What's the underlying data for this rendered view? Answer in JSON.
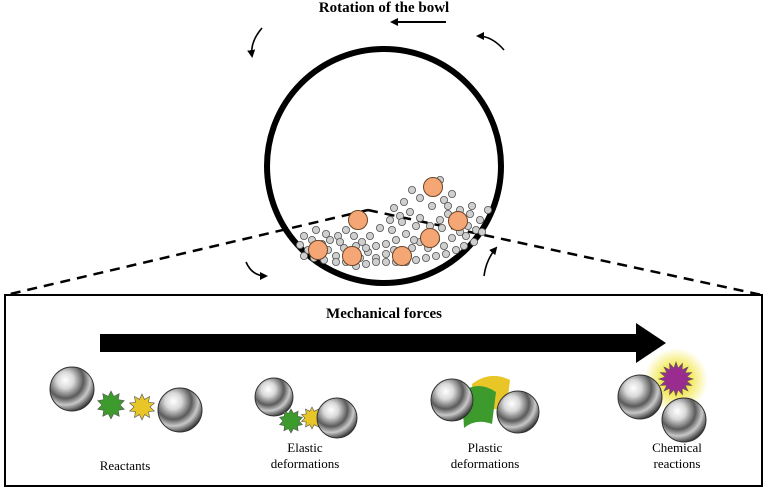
{
  "diagram": {
    "rotation_label": "Rotation of the bowl",
    "mechanical_forces_label": "Mechanical forces",
    "stages": [
      {
        "line1": "Reactants",
        "line2": ""
      },
      {
        "line1": "Elastic",
        "line2": "deformations"
      },
      {
        "line1": "Plastic",
        "line2": "deformations"
      },
      {
        "line1": "Chemical",
        "line2": "reactions"
      }
    ]
  },
  "colors": {
    "reactant_green": "#3c9b2c",
    "reactant_yellow": "#e9c628",
    "product_purple": "#9b2c8f",
    "product_glow": "#eee54a",
    "large_ball": "#f4a774",
    "small_ball": "#cfcfcf"
  }
}
